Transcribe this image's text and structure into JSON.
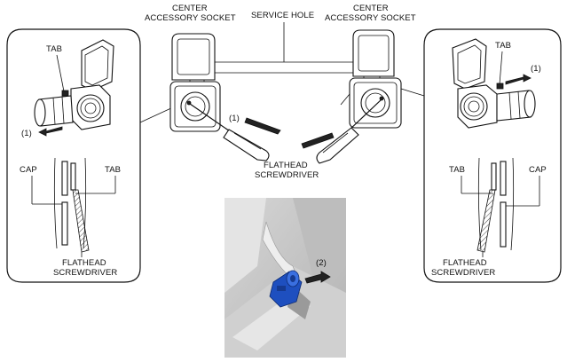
{
  "labels": {
    "center_socket_left": [
      "CENTER",
      "ACCESSORY SOCKET"
    ],
    "service_hole": "SERVICE HOLE",
    "center_socket_right": [
      "CENTER",
      "ACCESSORY SOCKET"
    ],
    "left_tab_top": "TAB",
    "left_arrow_step": "(1)",
    "left_cap": "CAP",
    "left_tab_cross": "TAB",
    "left_screwdriver": [
      "FLATHEAD",
      "SCREWDRIVER"
    ],
    "center_step": "(1)",
    "center_screwdriver": [
      "FLATHEAD",
      "SCREWDRIVER"
    ],
    "right_step": "(1)",
    "right_tab_top": "TAB",
    "right_tab_cross": "TAB",
    "right_cap": "CAP",
    "right_screwdriver": [
      "FLATHEAD",
      "SCREWDRIVER"
    ],
    "photo_step": "(2)"
  }
}
